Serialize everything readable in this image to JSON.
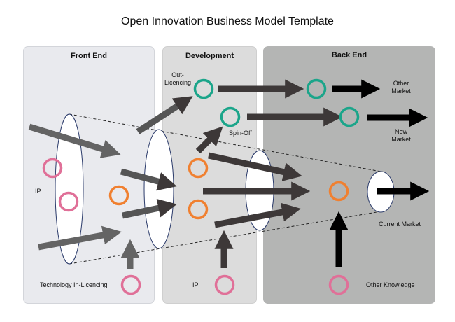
{
  "title": "Open Innovation Business Model Template",
  "panels": {
    "front_end": "Front End",
    "development": "Development",
    "back_end": "Back End"
  },
  "labels": {
    "ip_front": "IP",
    "technology_in_licencing": "Technology In-Licencing",
    "out_licencing_1": "Out-",
    "out_licencing_2": "Licencing",
    "spin_off": "Spin-Off",
    "ip_dev": "IP",
    "other_market_1": "Other",
    "other_market_2": "Market",
    "new_market_1": "New",
    "new_market_2": "Market",
    "current_market": "Current Market",
    "other_knowledge": "Other Knowledge"
  },
  "colors": {
    "teal": "#1ba58a",
    "orange": "#f08030",
    "pink": "#e07098",
    "arrow_gray": "#646464",
    "arrow_dark": "#3d3838",
    "arrow_black": "#000000",
    "ellipse_stroke": "#2a3a6a"
  }
}
